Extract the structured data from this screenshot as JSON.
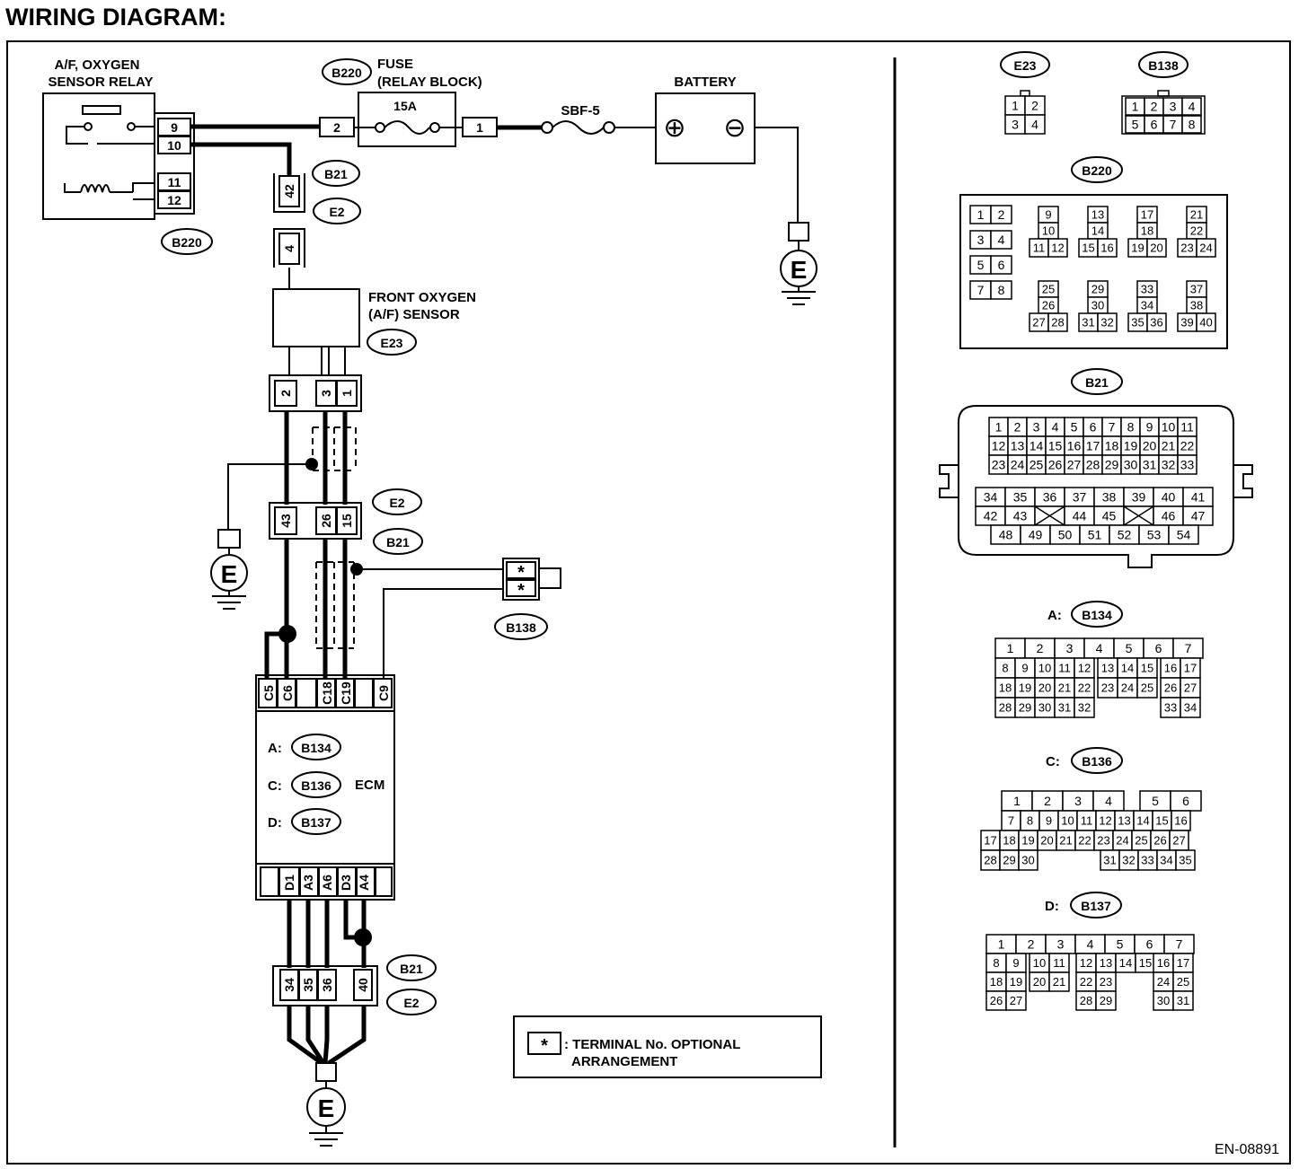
{
  "page": {
    "title": "WIRING DIAGRAM:",
    "code": "EN-08891"
  },
  "components": {
    "relay": {
      "label_line1": "A/F, OXYGEN",
      "label_line2": "SENSOR RELAY",
      "pins": [
        "9",
        "10",
        "11",
        "12"
      ],
      "connector": "B220"
    },
    "fuse": {
      "connector": "B220",
      "label_line1": "FUSE",
      "label_line2": "(RELAY BLOCK)",
      "rating": "15A",
      "pin_in": "2",
      "pin_out": "1"
    },
    "fusible_link": "SBF-5",
    "battery": {
      "label": "BATTERY",
      "positive": "⊕",
      "negative": "⊖"
    },
    "ground": "E",
    "harness_top": {
      "pin_upper": "42",
      "pin_lower": "4",
      "connector_upper": "B21",
      "connector_lower": "E2"
    },
    "sensor": {
      "label_line1": "FRONT OXYGEN",
      "label_line2": "(A/F) SENSOR",
      "connector": "E23",
      "pins": [
        "2",
        "3",
        "1"
      ]
    },
    "harness_mid": {
      "pins": [
        "43",
        "26",
        "15"
      ],
      "connector_upper": "E2",
      "connector_lower": "B21"
    },
    "b138_conn": {
      "connector": "B138",
      "pins": [
        "*",
        "*"
      ]
    },
    "ecm": {
      "label": "ECM",
      "top_pins": [
        "C5",
        "C6",
        "C18",
        "C19",
        "C9"
      ],
      "bottom_pins": [
        "D1",
        "A3",
        "A6",
        "D3",
        "A4"
      ],
      "refs": [
        {
          "prefix": "A:",
          "connector": "B134"
        },
        {
          "prefix": "C:",
          "connector": "B136"
        },
        {
          "prefix": "D:",
          "connector": "B137"
        }
      ]
    },
    "harness_bottom": {
      "pins": [
        "34",
        "35",
        "36",
        "40"
      ],
      "connector_upper": "B21",
      "connector_lower": "E2"
    }
  },
  "legend": {
    "symbol": "*",
    "line1": ": TERMINAL No. OPTIONAL",
    "line2": "ARRANGEMENT"
  },
  "connector_views": {
    "e23": {
      "name": "E23",
      "rows": [
        [
          "1",
          "2"
        ],
        [
          "3",
          "4"
        ]
      ]
    },
    "b138": {
      "name": "B138",
      "rows": [
        [
          "1",
          "2",
          "3",
          "4"
        ],
        [
          "5",
          "6",
          "7",
          "8"
        ]
      ]
    },
    "b220": {
      "name": "B220",
      "rows_left": [
        [
          "1",
          "2"
        ],
        [
          "3",
          "4"
        ],
        [
          "5",
          "6"
        ],
        [
          "7",
          "8"
        ]
      ],
      "groups_top": [
        [
          "9",
          "10",
          "11",
          "12"
        ],
        [
          "13",
          "14",
          "15",
          "16"
        ],
        [
          "17",
          "18",
          "19",
          "20"
        ],
        [
          "21",
          "22",
          "23",
          "24"
        ]
      ],
      "groups_bottom": [
        [
          "25",
          "26",
          "27",
          "28"
        ],
        [
          "29",
          "30",
          "31",
          "32"
        ],
        [
          "33",
          "34",
          "35",
          "36"
        ],
        [
          "37",
          "38",
          "39",
          "40"
        ]
      ]
    },
    "b21": {
      "name": "B21",
      "upper_rows": [
        [
          "1",
          "2",
          "3",
          "4",
          "5",
          "6",
          "7",
          "8",
          "9",
          "10",
          "11"
        ],
        [
          "12",
          "13",
          "14",
          "15",
          "16",
          "17",
          "18",
          "19",
          "20",
          "21",
          "22"
        ],
        [
          "23",
          "24",
          "25",
          "26",
          "27",
          "28",
          "29",
          "30",
          "31",
          "32",
          "33"
        ]
      ],
      "lower_row1": [
        "34",
        "35",
        "36",
        "37",
        "38",
        "39",
        "40",
        "41"
      ],
      "lower_row2": [
        "42",
        "43",
        "",
        "44",
        "45",
        "",
        "46",
        "47"
      ],
      "lower_row3": [
        "48",
        "49",
        "50",
        "51",
        "52",
        "53",
        "54"
      ]
    },
    "a_b134": {
      "prefix": "A:",
      "name": "B134",
      "rows": [
        [
          "1",
          "2",
          "3",
          "4",
          "5",
          "6",
          "7"
        ],
        [
          "8",
          "9",
          "10",
          "11",
          "12",
          "13",
          "14",
          "15",
          "16",
          "17"
        ],
        [
          "18",
          "19",
          "20",
          "21",
          "22",
          "23",
          "24",
          "25",
          "26",
          "27"
        ],
        [
          "28",
          "29",
          "30",
          "31",
          "32",
          "",
          "",
          "",
          "33",
          "34"
        ]
      ]
    },
    "c_b136": {
      "prefix": "C:",
      "name": "B136",
      "rows": [
        [
          "1",
          "2",
          "3",
          "4",
          "",
          "5",
          "6"
        ],
        [
          "7",
          "8",
          "9",
          "10",
          "11",
          "12",
          "13",
          "14",
          "15",
          "16"
        ],
        [
          "17",
          "18",
          "19",
          "20",
          "21",
          "22",
          "23",
          "24",
          "25",
          "26",
          "27"
        ],
        [
          "28",
          "29",
          "30",
          "",
          "",
          "",
          "31",
          "32",
          "33",
          "34",
          "35"
        ]
      ]
    },
    "d_b137": {
      "prefix": "D:",
      "name": "B137",
      "rows": [
        [
          "1",
          "2",
          "3",
          "4",
          "5",
          "6",
          "7"
        ],
        [
          "8",
          "9",
          "10",
          "11",
          "12",
          "13",
          "14",
          "15",
          "16",
          "17"
        ],
        [
          "18",
          "19",
          "20",
          "21",
          "22",
          "23",
          "",
          "24",
          "25"
        ],
        [
          "26",
          "27",
          "",
          "",
          "28",
          "29",
          "",
          "30",
          "31"
        ]
      ]
    }
  }
}
